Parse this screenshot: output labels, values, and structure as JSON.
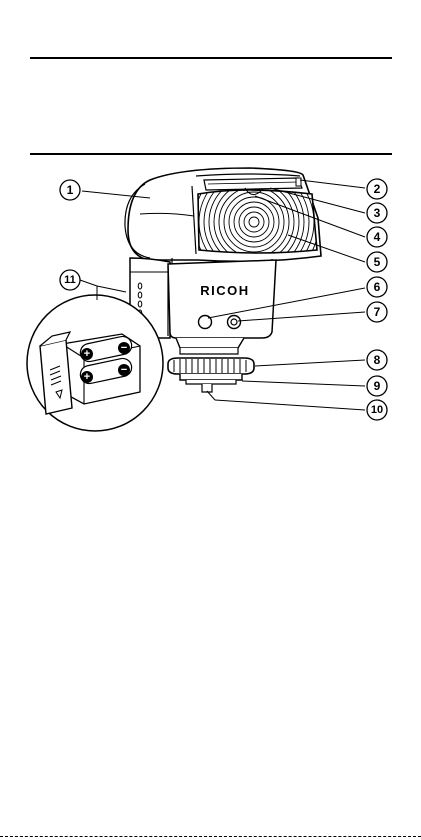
{
  "brand_label": "RICOH",
  "callouts": [
    "1",
    "2",
    "3",
    "4",
    "5",
    "6",
    "7",
    "8",
    "9",
    "10",
    "11"
  ],
  "battery_symbols": {
    "plus": "+",
    "minus": "−"
  }
}
